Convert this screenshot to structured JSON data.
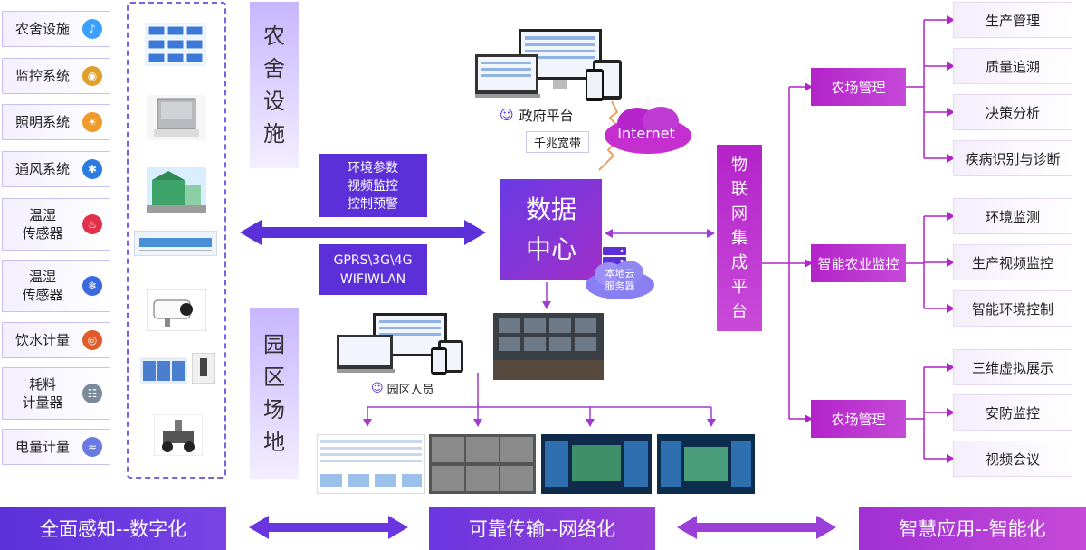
{
  "sensors": [
    "农舍设施",
    "监控系统",
    "照明系统",
    "通风系统",
    "温湿\n传感器",
    "温湿\n传感器",
    "饮水计量",
    "耗料\n计量器",
    "电量计量"
  ],
  "sensor_icons": [
    "speaker-icon",
    "camera-icon",
    "bulb-icon",
    "fan-icon",
    "thermometer-icon",
    "humidity-icon",
    "water-meter-icon",
    "feed-meter-icon",
    "power-meter-icon"
  ],
  "band_facility": "农舍设施",
  "band_park": "园区场地",
  "transmission": {
    "box1": [
      "环境参数",
      "视频监控",
      "控制预警"
    ],
    "box2": [
      "GPRS\\3G\\4G",
      "WIFIWLAN"
    ]
  },
  "gov_platform": "政府平台",
  "gigabit": "千兆宽带",
  "internet": "Internet",
  "data_center": [
    "数据",
    "中心"
  ],
  "local_cloud": [
    "本地云",
    "服务器"
  ],
  "park_staff": "园区人员",
  "iot_platform": "物联网集成平台",
  "mid_items": [
    "农场管理",
    "智能农业监控",
    "农场管理"
  ],
  "right_items": [
    "生产管理",
    "质量追溯",
    "决策分析",
    "疾病识别与诊断",
    "环境监测",
    "生产视频监控",
    "智能环境控制",
    "三维虚拟展示",
    "安防监控",
    "视频会议"
  ],
  "bottom": [
    "全面感知--数字化",
    "可靠传输--网络化",
    "智慧应用--智能化"
  ],
  "colors": {
    "purple": "#5b30d8",
    "magenta": "#b323c9",
    "light_band": "#c7b6ff"
  }
}
